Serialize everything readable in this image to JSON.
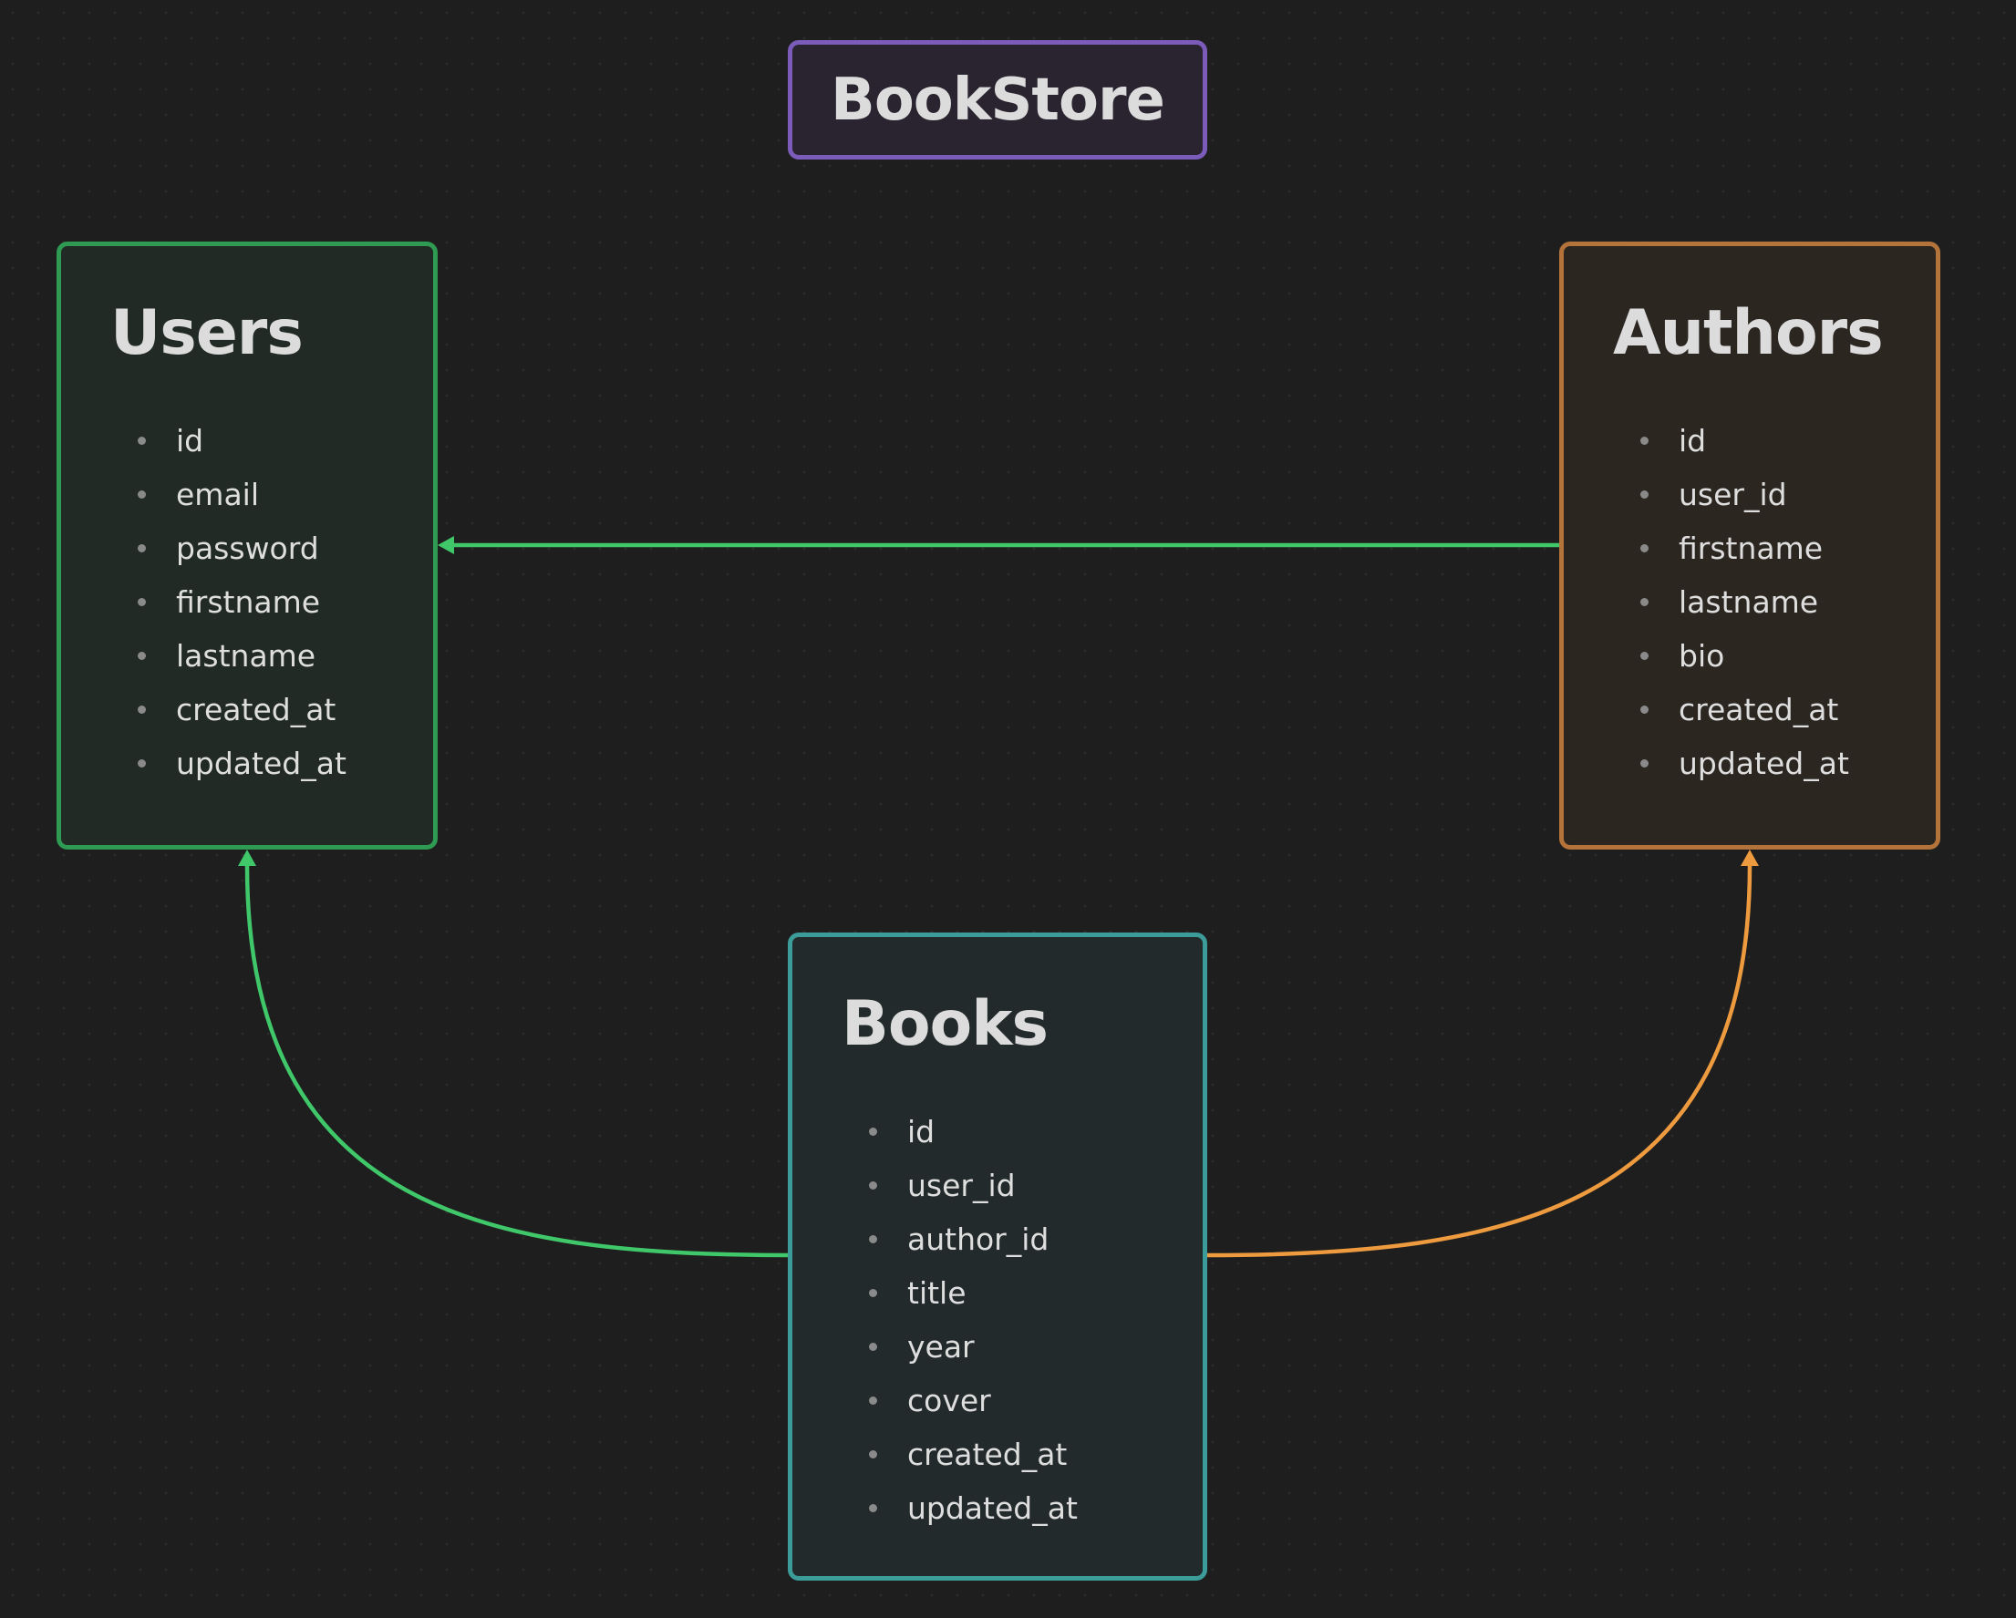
{
  "title": "BookStore",
  "colors": {
    "background": "#1e1e1e",
    "title_border": "#7c5cba",
    "users_border": "#2f9a52",
    "authors_border": "#b3733a",
    "books_border": "#3b9c99",
    "edge_green": "#3fc76a",
    "edge_orange": "#ee9a3e"
  },
  "tables": {
    "users": {
      "name": "Users",
      "fields": [
        "id",
        "email",
        "password",
        "firstname",
        "lastname",
        "created_at",
        "updated_at"
      ]
    },
    "authors": {
      "name": "Authors",
      "fields": [
        "id",
        "user_id",
        "firstname",
        "lastname",
        "bio",
        "created_at",
        "updated_at"
      ]
    },
    "books": {
      "name": "Books",
      "fields": [
        "id",
        "user_id",
        "author_id",
        "title",
        "year",
        "cover",
        "created_at",
        "updated_at"
      ]
    }
  },
  "relations": [
    {
      "from": "authors",
      "to": "users",
      "color": "#3fc76a"
    },
    {
      "from": "books",
      "to": "users",
      "color": "#3fc76a"
    },
    {
      "from": "books",
      "to": "authors",
      "color": "#ee9a3e"
    }
  ]
}
